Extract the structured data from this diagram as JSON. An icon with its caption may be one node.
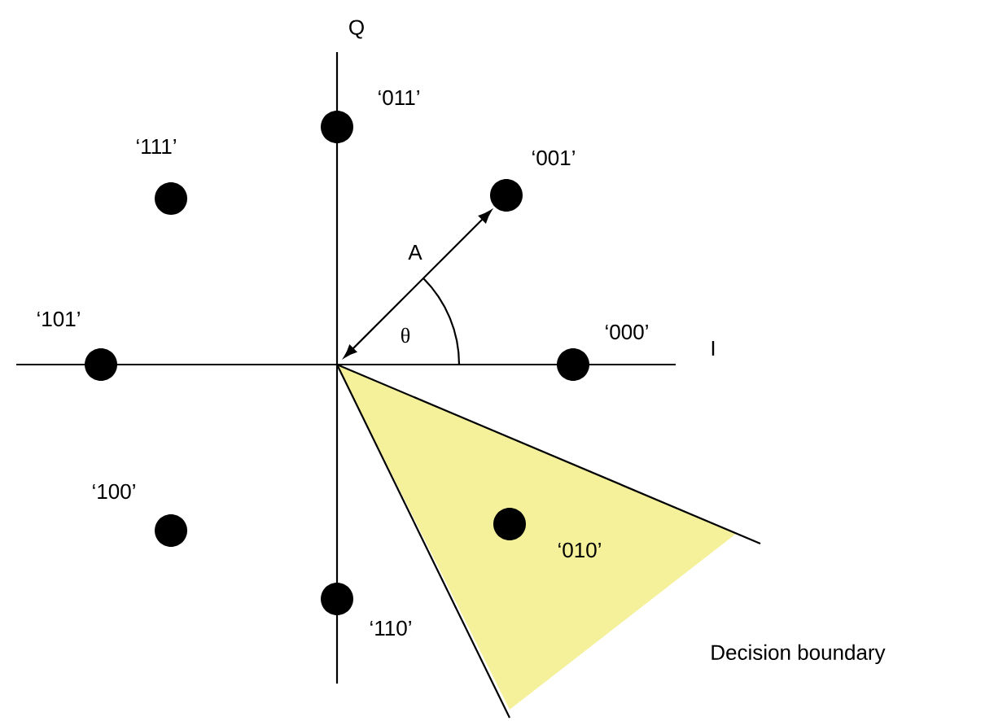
{
  "diagram": {
    "nodes": [
      {
        "text": [],
        "shape": "circle",
        "beside": [
          "‘011’"
        ]
      },
      {
        "text": [],
        "shape": "circle",
        "beside": [
          "‘111’"
        ]
      },
      {
        "text": [],
        "shape": "circle",
        "beside": [
          "‘001’"
        ]
      },
      {
        "text": [],
        "shape": "circle",
        "beside": [
          "‘101’"
        ]
      },
      {
        "text": [],
        "shape": "circle",
        "beside": [
          "‘000’"
        ]
      },
      {
        "text": [],
        "shape": "circle",
        "beside": [
          "‘100’"
        ]
      },
      {
        "text": [],
        "shape": "circle",
        "beside": [
          "‘010’"
        ]
      },
      {
        "text": [],
        "shape": "circle",
        "beside": [
          "‘110’"
        ]
      }
    ],
    "edges": [
      {
        "from": null,
        "to": 2,
        "arrow": "both",
        "label": "A"
      }
    ],
    "labels": [
      "Q",
      "θ",
      "I",
      "Decision boundary"
    ]
  }
}
